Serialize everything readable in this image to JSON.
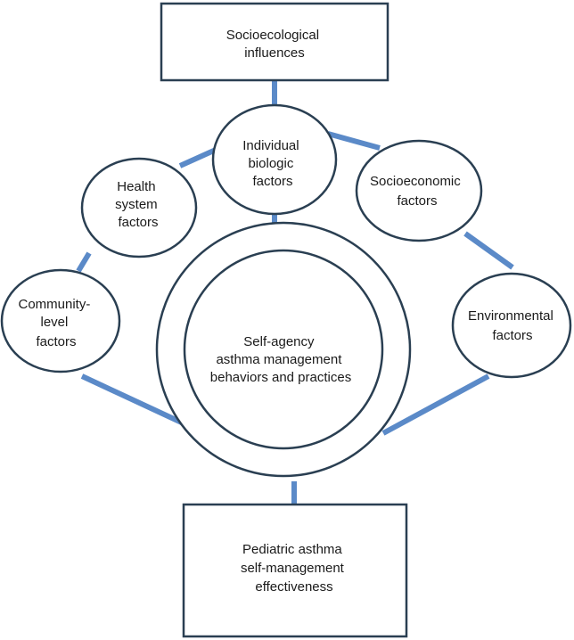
{
  "diagram": {
    "top_box": {
      "lines": [
        "Socioecological",
        "influences"
      ]
    },
    "individual_biologic": {
      "lines": [
        "Individual",
        "biologic",
        "factors"
      ]
    },
    "health_system": {
      "lines": [
        "Health",
        "system",
        "factors"
      ]
    },
    "socioeconomic": {
      "lines": [
        "Socioeconomic",
        "factors"
      ]
    },
    "community_level": {
      "lines": [
        "Community-",
        "level",
        "factors"
      ]
    },
    "environmental": {
      "lines": [
        "Environmental",
        "factors"
      ]
    },
    "center": {
      "lines": [
        "Self-agency",
        "asthma management",
        "behaviors and practices"
      ]
    },
    "bottom_box": {
      "lines": [
        "Pediatric asthma",
        "self-management",
        "effectiveness"
      ]
    }
  },
  "colors": {
    "connector": "#5b8ac8",
    "outline": "#2a3f52",
    "text": "#1a1a1a",
    "background": "#ffffff"
  }
}
